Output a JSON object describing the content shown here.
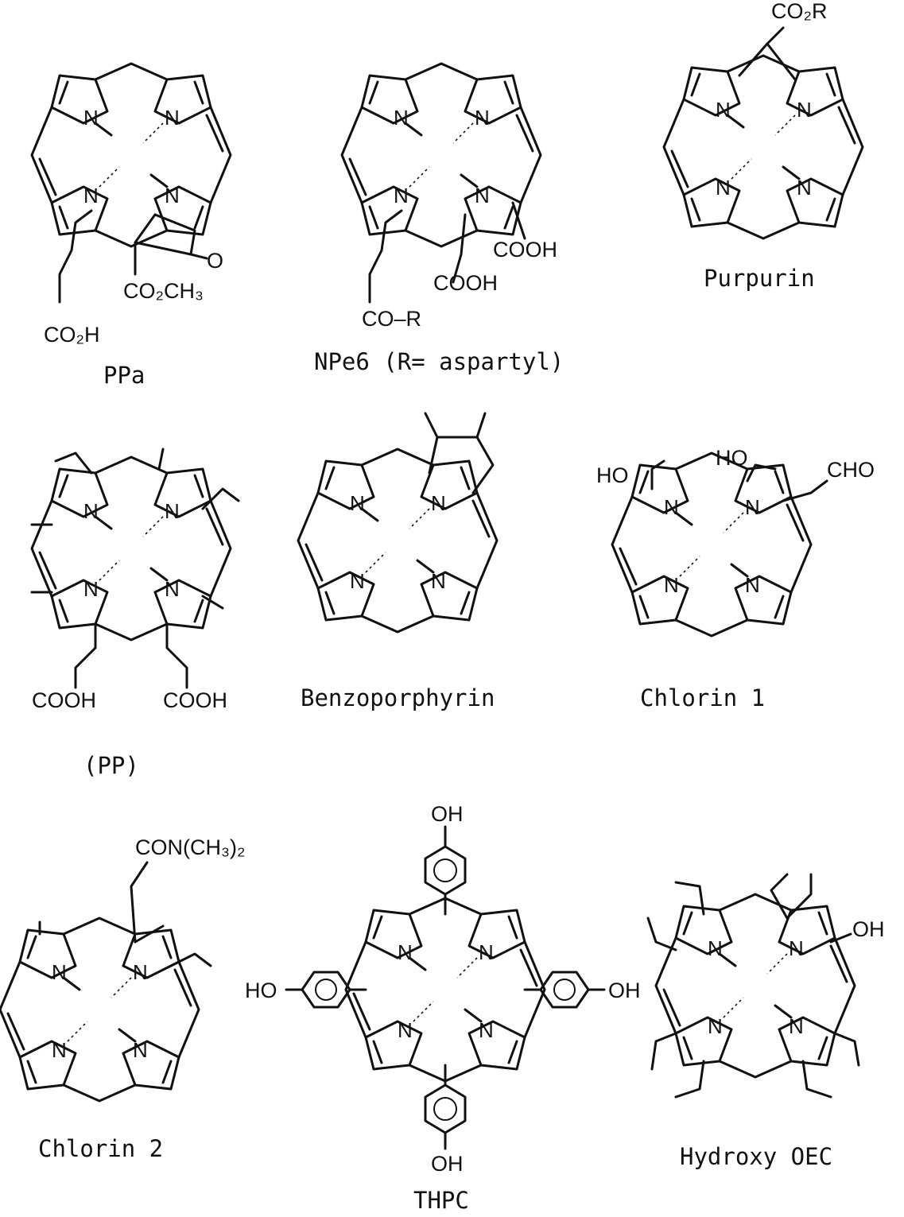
{
  "labels": {
    "ppa": "PPa",
    "npe6": "NPe6 (R= aspartyl)",
    "purpurin": "Purpurin",
    "pp": "(PP)",
    "benzoporphyrin": "Benzoporphyrin",
    "chlorin1": "Chlorin 1",
    "chlorin2": "Chlorin 2",
    "thpc": "THPC",
    "hydroxyoec": "Hydroxy OEC"
  },
  "atoms": {
    "n": "N",
    "co2h": "CO₂H",
    "co2ch3": "CO₂CH₃",
    "o": "O",
    "cooh": "COOH",
    "cor": "CO–R",
    "co2r": "CO₂R",
    "ho": "HO",
    "cho": "CHO",
    "con": "CON(CH₃)₂",
    "oh": "OH"
  },
  "colors": {
    "ink": "#111111",
    "paper": "#ffffff"
  }
}
